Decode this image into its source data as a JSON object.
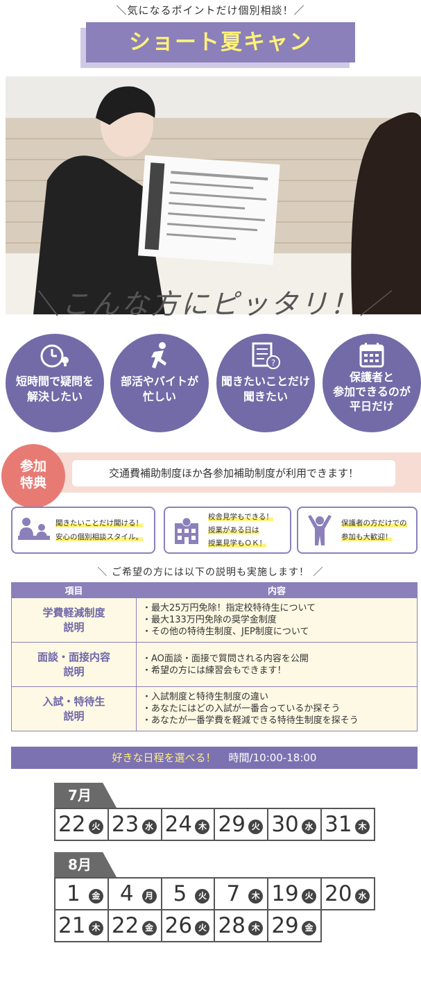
{
  "header": {
    "tagline": "＼気になるポイントだけ個別相談！／",
    "title": "ショート夏キャン"
  },
  "headline": "＼こんな方にピッタリ！／",
  "targets": [
    {
      "icon": "clock-lightbulb-icon",
      "label": "短時間で疑問を\n解決したい"
    },
    {
      "icon": "running-person-icon",
      "label": "部活やバイトが\n忙しい"
    },
    {
      "icon": "document-question-icon",
      "label": "聞きたいことだけ\n聞きたい"
    },
    {
      "icon": "calendar-icon",
      "label": "保護者と\n参加できるのが\n平日だけ"
    }
  ],
  "perk": {
    "badge": "参加\n特典",
    "text": "交通費補助制度ほか各参加補助制度が利用できます！"
  },
  "features": [
    {
      "icon": "counseling-people-icon",
      "text": "聞きたいことだけ聞ける！\n安心の個別相談スタイル。"
    },
    {
      "icon": "school-building-icon",
      "text": "校舎見学もできる！\n授業がある日は\n授業見学もＯＫ！"
    },
    {
      "icon": "person-cheering-icon",
      "text": "保護者の方だけでの\n参加も大歓迎！"
    }
  ],
  "explanation": {
    "subhead": "＼ ご希望の方には以下の説明も実施します！ ／",
    "col_item": "項目",
    "col_content": "内容",
    "rows": [
      {
        "item": "学費軽減制度\n説明",
        "content": "・最大25万円免除！指定校特待生について\n・最大133万円免除の奨学金制度\n・その他の特待生制度、JEP制度について"
      },
      {
        "item": "面談・面接内容\n説明",
        "content": "・AO面談・面接で質問される内容を公開\n・希望の方には練習会もできます！"
      },
      {
        "item": "入試・特待生\n説明",
        "content": "・入試制度と特待生制度の違い\n・あなたにはどの入試が一番合っているか探そう\n・あなたが一番学費を軽減できる特待生制度を探そう"
      }
    ]
  },
  "schedule": {
    "pick_label": "好きな日程を選べる！",
    "time_label": "時間/10:00-18:00"
  },
  "calendars": [
    {
      "month": "7月",
      "rows": [
        [
          {
            "day": "22",
            "wd": "火"
          },
          {
            "day": "23",
            "wd": "水"
          },
          {
            "day": "24",
            "wd": "木"
          },
          {
            "day": "29",
            "wd": "火"
          },
          {
            "day": "30",
            "wd": "水"
          },
          {
            "day": "31",
            "wd": "木"
          }
        ]
      ]
    },
    {
      "month": "8月",
      "rows": [
        [
          {
            "day": "1",
            "wd": "金"
          },
          {
            "day": "4",
            "wd": "月"
          },
          {
            "day": "5",
            "wd": "火"
          },
          {
            "day": "7",
            "wd": "木"
          },
          {
            "day": "19",
            "wd": "火"
          },
          {
            "day": "20",
            "wd": "水"
          }
        ],
        [
          {
            "day": "21",
            "wd": "木"
          },
          {
            "day": "22",
            "wd": "金"
          },
          {
            "day": "26",
            "wd": "火"
          },
          {
            "day": "28",
            "wd": "木"
          },
          {
            "day": "29",
            "wd": "金"
          }
        ]
      ]
    }
  ],
  "colors": {
    "purple": "#8b80b9",
    "dark_purple": "#726ba8",
    "yellow": "#fff27a",
    "coral": "#e77b74"
  }
}
